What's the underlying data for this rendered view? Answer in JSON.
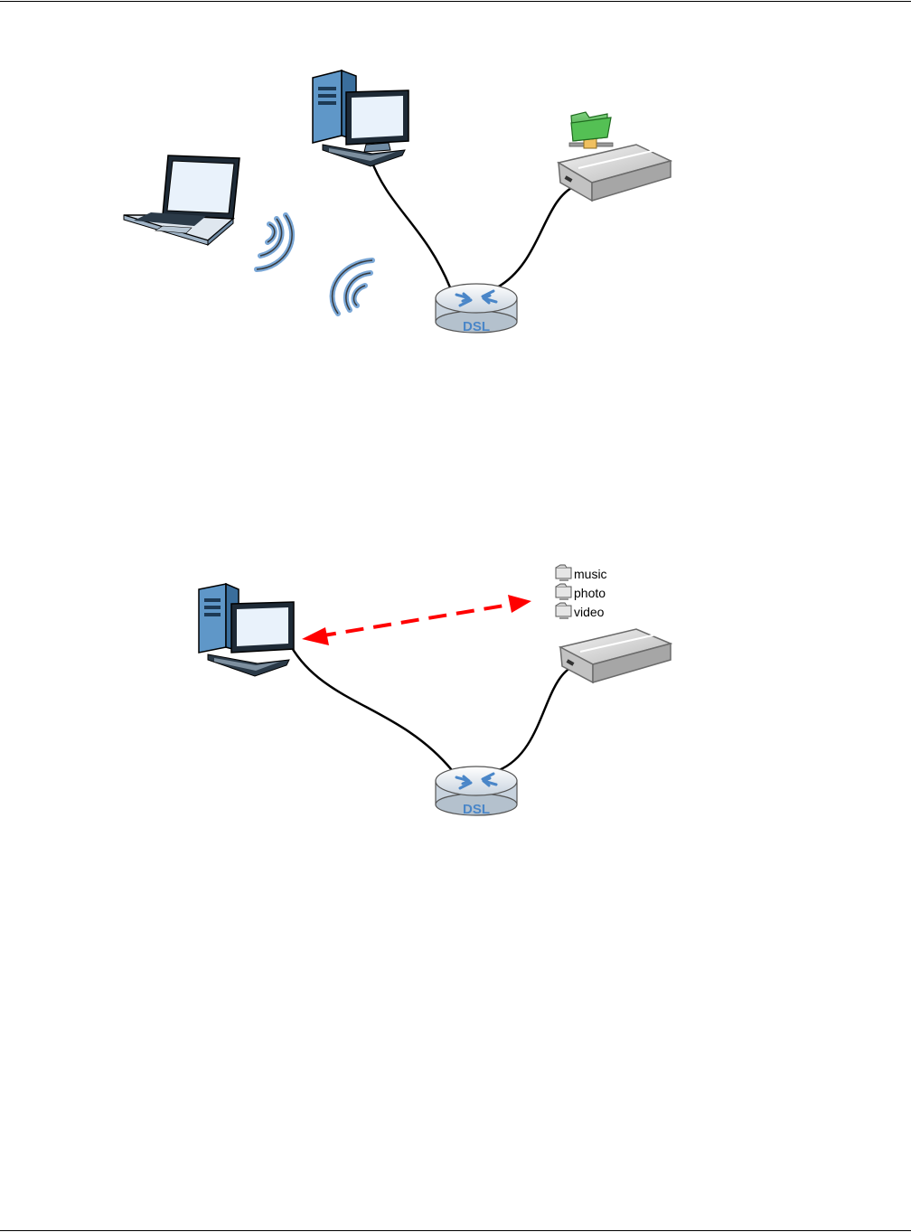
{
  "router_label": "DSL",
  "shared_folders": [
    "music",
    "photo",
    "video"
  ],
  "colors": {
    "accent_blue": "#4a86c8",
    "folder_green": "#3ea53e",
    "transfer_arrow": "#ff0000",
    "cable": "#000000"
  },
  "icons": [
    "laptop-icon",
    "desktop-computer-icon",
    "nas-storage-icon",
    "network-folder-icon",
    "router-icon",
    "wireless-signal-icon",
    "folder-icon"
  ]
}
